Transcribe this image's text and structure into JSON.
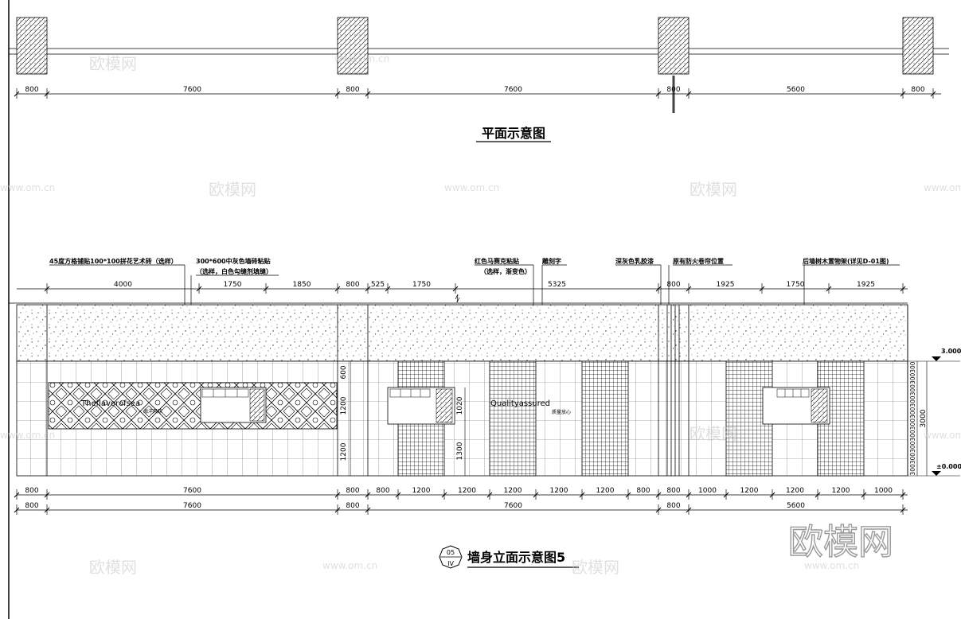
{
  "plan": {
    "title": "平面示意图",
    "dims": [
      "800",
      "7600",
      "800",
      "7600",
      "800",
      "5600",
      "800"
    ]
  },
  "elevation": {
    "title": "墙身立面示意图5",
    "symbol_top": "05",
    "symbol_bottom": "IV",
    "annotations": [
      {
        "text": "45度方格铺贴100*100拼花艺术砖（选样）"
      },
      {
        "text": "300*600中灰色墙砖粘贴"
      },
      {
        "text": "（选样，白色勾缝剂填缝）"
      },
      {
        "text": "红色马赛克粘贴"
      },
      {
        "text": "（选样，渐变色）"
      },
      {
        "text": "雕刻字"
      },
      {
        "text": "深灰色乳胶漆"
      },
      {
        "text": "原有防火卷帘位置"
      },
      {
        "text": "后墙树木置物架(详见D-01图)"
      }
    ],
    "top_dims": [
      "4000",
      "1750",
      "1850",
      "800",
      "525",
      "1750",
      "5325",
      "800",
      "1925",
      "1750",
      "1925"
    ],
    "bottom_dims_1": [
      "800",
      "7600",
      "800",
      "800",
      "1200",
      "1200",
      "1200",
      "1200",
      "1200",
      "800",
      "800",
      "1000",
      "1200",
      "1200",
      "1200",
      "1000"
    ],
    "bottom_dims_2": [
      "800",
      "7600",
      "800",
      "7600",
      "800",
      "5600"
    ],
    "left_vdims": [
      "600",
      "1200",
      "1200"
    ],
    "mid_vdims": [
      "1020",
      "1300"
    ],
    "right_vdim": "3000",
    "right_stack": "300300300300300300300300300300",
    "level_top": "3.000",
    "level_bottom": "±0.000",
    "art_text_1": "Theflavorofsea",
    "art_text_1_cn": "海洋风味",
    "art_text_2": "Qualityassured",
    "art_text_2_cn": "质量放心"
  },
  "watermarks": {
    "brand": "欧模网",
    "url": "www.om.cn"
  },
  "colors": {
    "line": "#000000",
    "grid": "#555555",
    "watermark": "#c8c8c8"
  }
}
